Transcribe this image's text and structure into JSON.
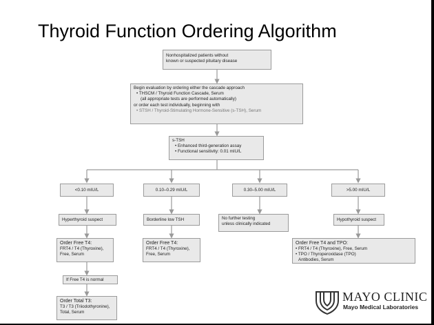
{
  "title": "Thyroid Function Ordering Algorithm",
  "nodes": {
    "start": [
      "Nonhospitalized patients without",
      "known or suspected pituitary disease"
    ],
    "begin": {
      "l1": "Begin evaluation by ordering either the cascade approach",
      "l2": "• THSCM / Thyroid Function Cascade, Serum",
      "l3": "(all appropriate tests are performed automatically)",
      "l4": "or order each test individually, beginning with",
      "l5": "• STSH / Thyroid-Stimulating Hormone-Sensitive (s-TSH), Serum"
    },
    "stsh": {
      "l1": "s-TSH",
      "l2": "• Enhanced third-generation assay",
      "l3": "• Functional sensitivity: 0.01 mIU/L"
    },
    "ranges": [
      "<0.10 mIU/L",
      "0.10–0.29 mIU/L",
      "0.30–5.00 mIU/L",
      ">5.00 mIU/L"
    ],
    "hyper": "Hyperthyroid suspect",
    "borderline": "Borderline low TSH",
    "nofurther": [
      "No further testing",
      "unless clinically indicated"
    ],
    "hypo": "Hypothyroid suspect",
    "order_ft4_a": [
      "Order Free T4:",
      "FRT4 / T4 (Thyroxine),",
      "Free, Serum"
    ],
    "order_ft4_b": [
      "Order Free T4:",
      "FRT4 / T4 (Thyroxine),",
      "Free, Serum"
    ],
    "order_ft4_tpo": [
      "Order Free T4 and TPO:",
      "• FRT4 / T4 (Thyroxine), Free, Serum",
      "• TPO / Thyroperoxidase (TPO)",
      "Antibodies, Serum"
    ],
    "if_normal": "If Free T4 is normal",
    "order_t3": [
      "Order Total T3:",
      "T3 / T3 (Triiodothyronine),",
      "Total, Serum"
    ]
  },
  "logo": {
    "name": "MAYO CLINIC",
    "sub": "Mayo Medical Laboratories"
  },
  "colors": {
    "box_fill": "#e9e9e9",
    "box_border": "#9a9a9a",
    "arrow": "#9a9a9a",
    "frame": "#000000"
  }
}
